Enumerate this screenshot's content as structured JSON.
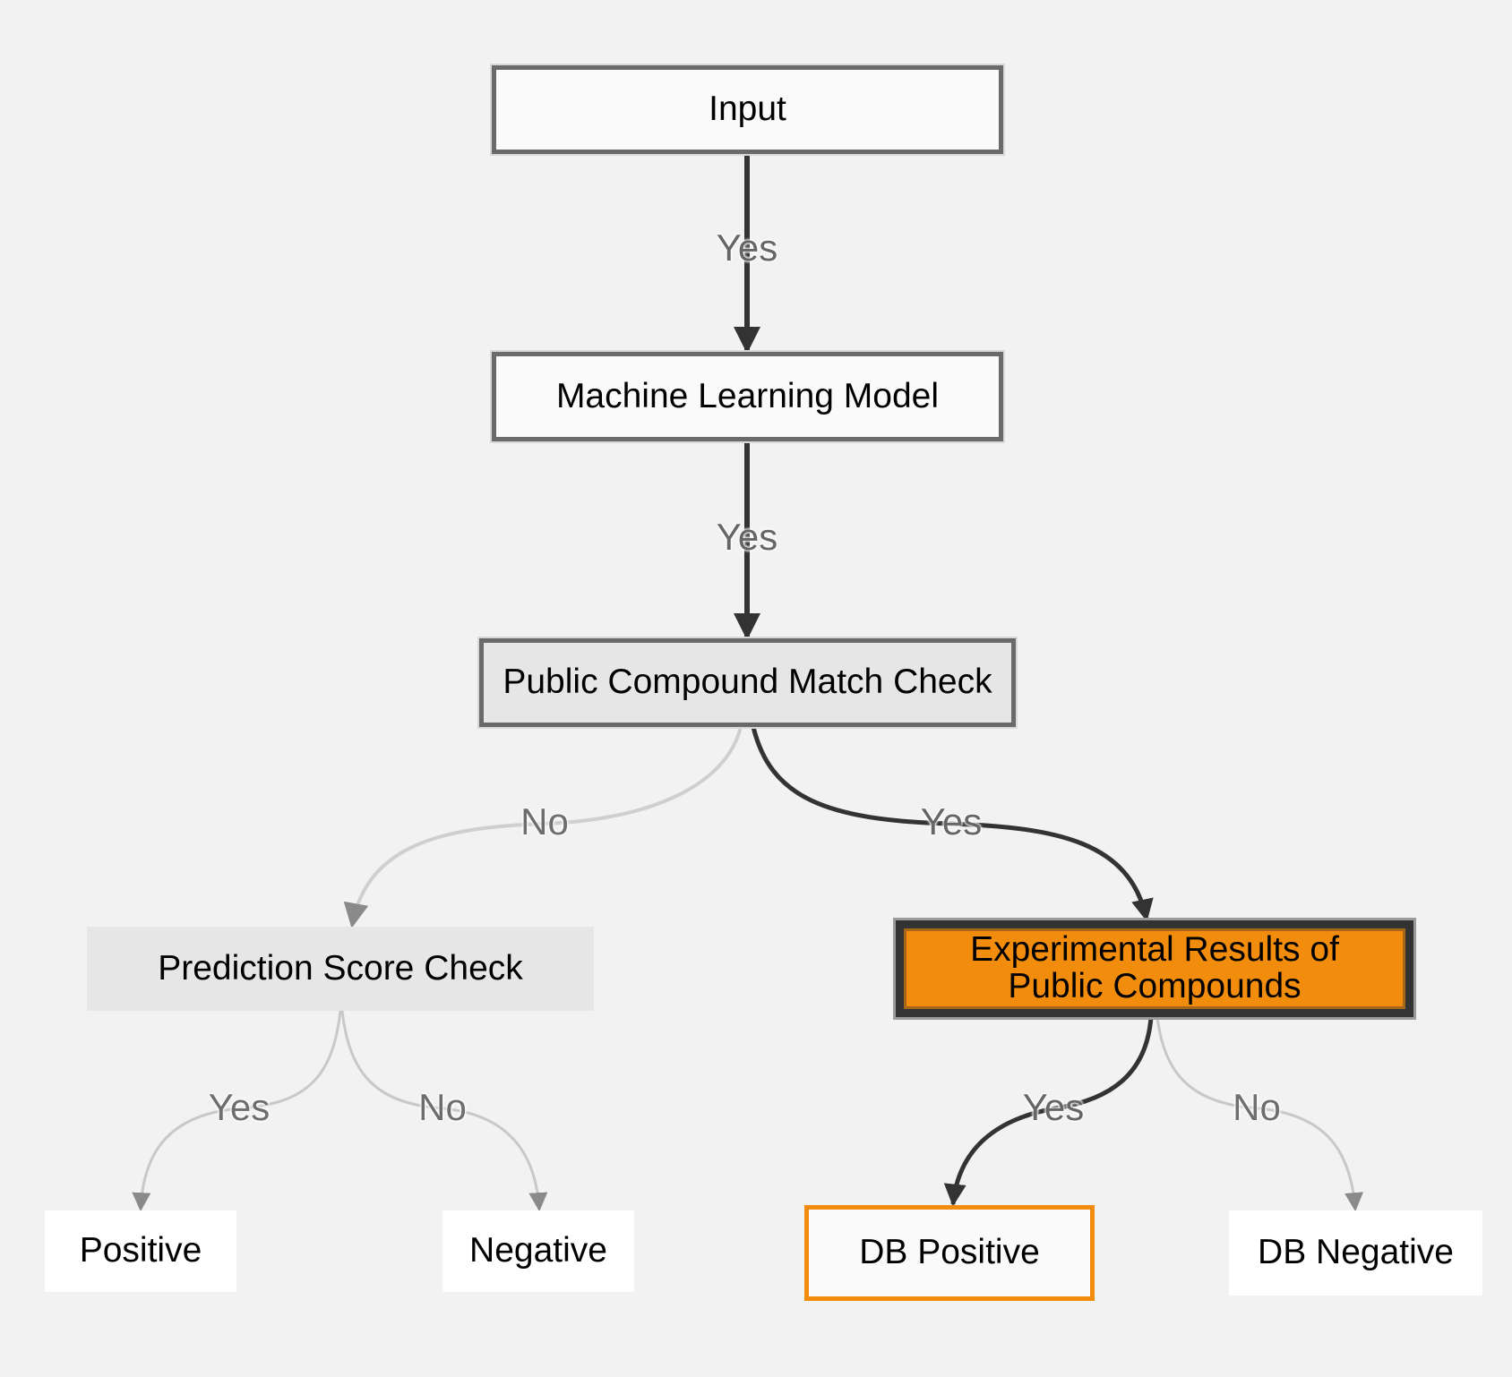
{
  "diagram": {
    "type": "flowchart",
    "colors": {
      "background": "#f2f2f2",
      "highlight_fill": "#f28c0d",
      "highlight_border": "#333333",
      "active_edge": "#333333",
      "inactive_edge": "#c8c8c8"
    },
    "nodes": {
      "input": {
        "label": "Input"
      },
      "ml_model": {
        "label": "Machine Learning Model"
      },
      "public_match": {
        "label": "Public Compound Match Check"
      },
      "prediction_score": {
        "label": "Prediction Score Check"
      },
      "experimental": {
        "line1": "Experimental Results of",
        "line2": "Public Compounds"
      },
      "positive": {
        "label": "Positive"
      },
      "negative": {
        "label": "Negative"
      },
      "db_positive": {
        "label": "DB Positive"
      },
      "db_negative": {
        "label": "DB Negative"
      }
    },
    "edges": [
      {
        "from": "input",
        "to": "ml_model",
        "label": "Yes",
        "active": true
      },
      {
        "from": "ml_model",
        "to": "public_match",
        "label": "Yes",
        "active": true
      },
      {
        "from": "public_match",
        "to": "prediction_score",
        "label": "No",
        "active": false
      },
      {
        "from": "public_match",
        "to": "experimental",
        "label": "Yes",
        "active": true
      },
      {
        "from": "prediction_score",
        "to": "positive",
        "label": "Yes",
        "active": false
      },
      {
        "from": "prediction_score",
        "to": "negative",
        "label": "No",
        "active": false
      },
      {
        "from": "experimental",
        "to": "db_positive",
        "label": "Yes",
        "active": true
      },
      {
        "from": "experimental",
        "to": "db_negative",
        "label": "No",
        "active": false
      }
    ]
  }
}
